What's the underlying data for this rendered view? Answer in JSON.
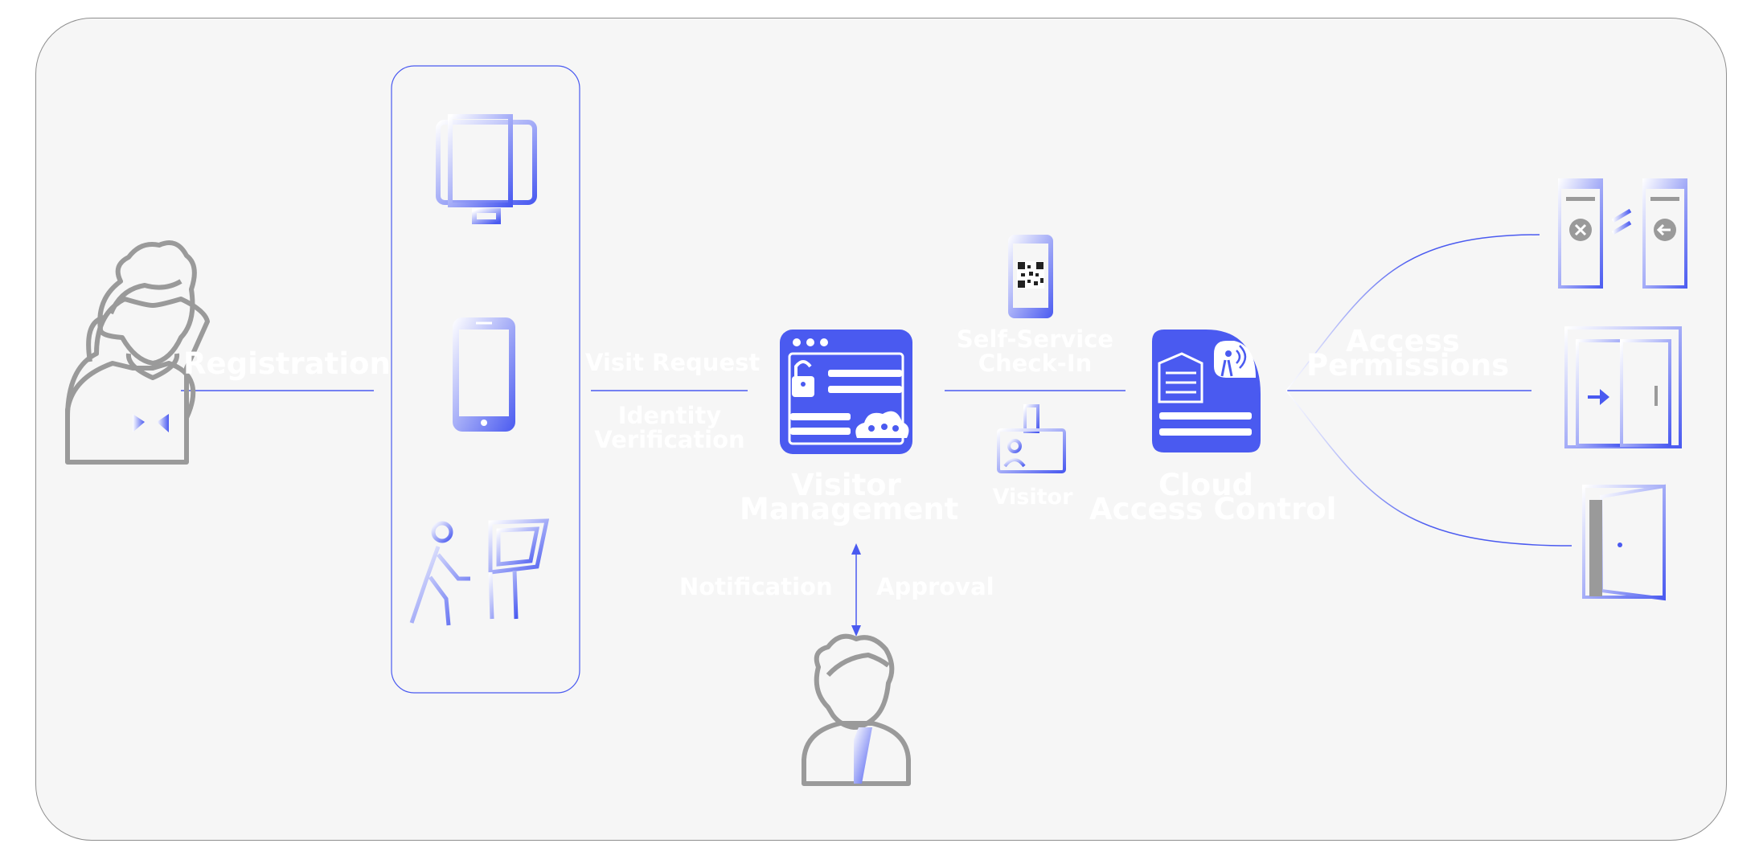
{
  "labels": {
    "registration": "Registration",
    "visit_request": "Visit Request",
    "identity_verification_1": "Identity",
    "identity_verification_2": "Verification",
    "visitor_management_1": "Visitor",
    "visitor_management_2": "Management",
    "notification": "Notification",
    "approval": "Approval",
    "self_service_1": "Self-Service",
    "self_service_2": "Check-In",
    "visitor": "Visitor",
    "cloud_access_1": "Cloud",
    "cloud_access_2": "Access Control",
    "access_permissions_1": "Access",
    "access_permissions_2": "Permissions"
  },
  "colors": {
    "accent": "#4a5af0",
    "gray": "#9a9a9a",
    "panel": "#f6f6f6",
    "label": "#ffffff"
  },
  "icons": {
    "visitor_person": "person-icon",
    "host_person": "host-person-icon",
    "desktop": "desktop-icon",
    "phone": "phone-icon",
    "kiosk": "kiosk-icon",
    "visitor_management": "visitor-management-icon",
    "qr_phone": "qr-phone-icon",
    "badge": "visitor-badge-icon",
    "cloud_access": "cloud-access-icon",
    "turnstile": "turnstile-icon",
    "sliding_door": "sliding-door-icon",
    "door": "door-icon"
  }
}
